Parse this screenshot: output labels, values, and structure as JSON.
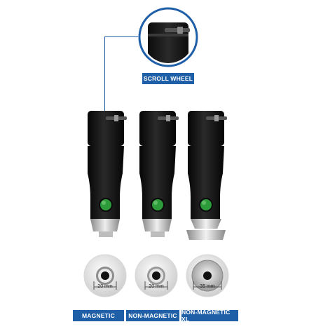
{
  "callout": {
    "label": "SCROLL WHEEL"
  },
  "products": [
    {
      "name": "MAGNETIC",
      "diameter": "20 mm"
    },
    {
      "name": "NON-MAGNETIC",
      "diameter": "20 mm"
    },
    {
      "name": "NON-MAGNETIC XL",
      "diameter": "35 mm"
    }
  ],
  "colors": {
    "label_bg": "#1f5fa8",
    "body": "#111111",
    "button": "#2e9b3a",
    "metal": "#c9c9c9"
  }
}
